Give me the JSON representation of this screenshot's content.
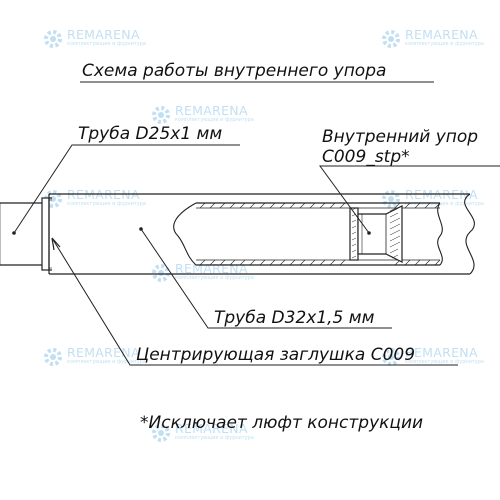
{
  "title": "Схема работы внутреннего упора",
  "labels": {
    "tube_small": "Труба D25x1 мм",
    "stop_line1": "Внутренний упор",
    "stop_line2": "C009_stp*",
    "tube_large": "Труба D32x1,5 мм",
    "plug": "Центрирующая заглушка С009"
  },
  "footnote": "*Исключает люфт конструкции",
  "watermark": {
    "name": "REMARENA",
    "tagline": "комплектующие и фурнитура"
  },
  "colors": {
    "line": "#222222",
    "watermark": "#8fc6ea"
  }
}
